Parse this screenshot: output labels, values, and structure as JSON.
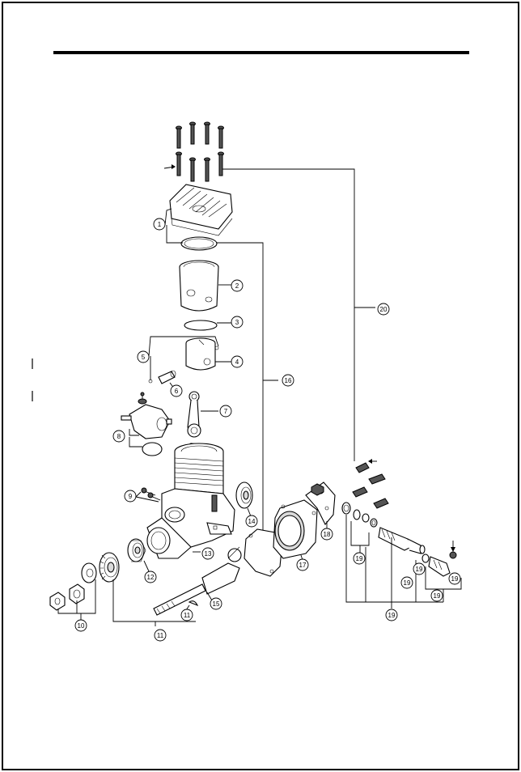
{
  "diagram": {
    "callouts": [
      {
        "id": "c1",
        "label": "1",
        "cx": 0,
        "cy": 0
      },
      {
        "id": "c2",
        "label": "2"
      },
      {
        "id": "c3",
        "label": "3"
      },
      {
        "id": "c4",
        "label": "4"
      },
      {
        "id": "c5",
        "label": "5"
      },
      {
        "id": "c6",
        "label": "6"
      },
      {
        "id": "c7",
        "label": "7"
      },
      {
        "id": "c8",
        "label": "8"
      },
      {
        "id": "c9",
        "label": "9"
      },
      {
        "id": "c10",
        "label": "10"
      },
      {
        "id": "c11a",
        "label": "11"
      },
      {
        "id": "c11b",
        "label": "11"
      },
      {
        "id": "c12",
        "label": "12"
      },
      {
        "id": "c13",
        "label": "13"
      },
      {
        "id": "c14",
        "label": "14"
      },
      {
        "id": "c15",
        "label": "15"
      },
      {
        "id": "c16",
        "label": "16"
      },
      {
        "id": "c17",
        "label": "17"
      },
      {
        "id": "c18",
        "label": "18"
      },
      {
        "id": "c19a",
        "label": "19"
      },
      {
        "id": "c19b",
        "label": "19"
      },
      {
        "id": "c19c",
        "label": "19"
      },
      {
        "id": "c19d",
        "label": "19"
      },
      {
        "id": "c19e",
        "label": "19"
      },
      {
        "id": "c19f",
        "label": "19"
      },
      {
        "id": "c20",
        "label": "20"
      }
    ]
  }
}
